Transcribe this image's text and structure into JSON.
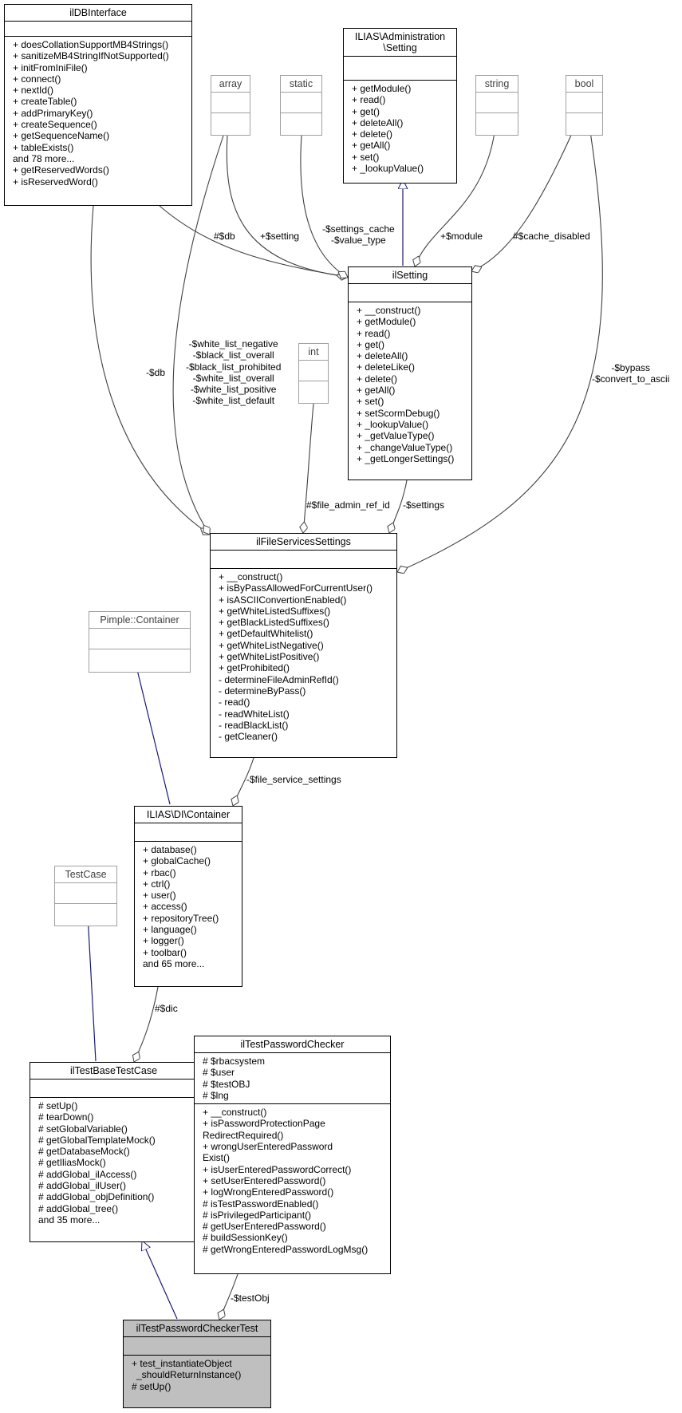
{
  "classes": {
    "ildbinterface": {
      "name": "ilDBInterface",
      "attributes": [],
      "methods": [
        "+ doesCollationSupportMB4Strings()",
        "+ sanitizeMB4StringIfNotSupported()",
        "+ initFromIniFile()",
        "+ connect()",
        "+ nextId()",
        "+ createTable()",
        "+ addPrimaryKey()",
        "+ createSequence()",
        "+ getSequenceName()",
        "+ tableExists()",
        "and 78 more...",
        "+ getReservedWords()",
        "+ isReservedWord()"
      ]
    },
    "setting_interface": {
      "name": [
        "ILIAS\\Administration",
        "\\Setting"
      ],
      "attributes": [],
      "methods": [
        "+ getModule()",
        "+ read()",
        "+ get()",
        "+ deleteAll()",
        "+ delete()",
        "+ getAll()",
        "+ set()",
        "+ _lookupValue()"
      ]
    },
    "array": {
      "name": "array"
    },
    "static": {
      "name": "static"
    },
    "string": {
      "name": "string"
    },
    "bool": {
      "name": "bool"
    },
    "int": {
      "name": "int"
    },
    "ilsetting": {
      "name": "ilSetting",
      "attributes": [],
      "methods": [
        "+ __construct()",
        "+ getModule()",
        "+ read()",
        "+ get()",
        "+ deleteAll()",
        "+ deleteLike()",
        "+ delete()",
        "+ getAll()",
        "+ set()",
        "+ setScormDebug()",
        "+ _lookupValue()",
        "+ _getValueType()",
        "+ _changeValueType()",
        "+ _getLongerSettings()"
      ]
    },
    "ilfileservicessettings": {
      "name": "ilFileServicesSettings",
      "attributes": [],
      "methods": [
        "+ __construct()",
        "+ isByPassAllowedForCurrentUser()",
        "+ isASCIIConvertionEnabled()",
        "+ getWhiteListedSuffixes()",
        "+ getBlackListedSuffixes()",
        "+ getDefaultWhitelist()",
        "+ getWhiteListNegative()",
        "+ getWhiteListPositive()",
        "+ getProhibited()",
        "- determineFileAdminRefId()",
        "- determineByPass()",
        "- read()",
        "- readWhiteList()",
        "- readBlackList()",
        "- getCleaner()"
      ]
    },
    "pimple": {
      "name": "Pimple::Container"
    },
    "di_container": {
      "name": "ILIAS\\DI\\Container",
      "attributes": [],
      "methods": [
        "+ database()",
        "+ globalCache()",
        "+ rbac()",
        "+ ctrl()",
        "+ user()",
        "+ access()",
        "+ repositoryTree()",
        "+ language()",
        "+ logger()",
        "+ toolbar()",
        "and 65 more..."
      ]
    },
    "testcase": {
      "name": "TestCase"
    },
    "iltestbasetestcase": {
      "name": "ilTestBaseTestCase",
      "attributes": [],
      "methods": [
        "# setUp()",
        "# tearDown()",
        "# setGlobalVariable()",
        "# getGlobalTemplateMock()",
        "# getDatabaseMock()",
        "# getIliasMock()",
        "# addGlobal_ilAccess()",
        "# addGlobal_ilUser()",
        "# addGlobal_objDefinition()",
        "# addGlobal_tree()",
        "and 35 more..."
      ]
    },
    "iltestpasswordchecker": {
      "name": "ilTestPasswordChecker",
      "attributes": [
        "# $rbacsystem",
        "# $user",
        "# $testOBJ",
        "# $lng"
      ],
      "methods": [
        "+ __construct()",
        "+ isPasswordProtectionPage",
        "RedirectRequired()",
        "+ wrongUserEnteredPassword",
        "Exist()",
        "+ isUserEnteredPasswordCorrect()",
        "+ setUserEnteredPassword()",
        "+ logWrongEnteredPassword()",
        "# isTestPasswordEnabled()",
        "# isPrivilegedParticipant()",
        "# getUserEnteredPassword()",
        "# buildSessionKey()",
        "# getWrongEnteredPasswordLogMsg()"
      ]
    },
    "iltestpasswordcheckertest": {
      "name": "ilTestPasswordCheckerTest",
      "attributes": [],
      "methods": [
        "+ test_instantiateObject",
        "_shouldReturnInstance()",
        "# setUp()"
      ]
    }
  },
  "edge_labels": {
    "db_setting": "#$db",
    "setting_setting": "+$setting",
    "cache_value": [
      "-$settings_cache",
      "-$value_type"
    ],
    "module": "+$module",
    "cache_disabled": "#$cache_disabled",
    "db_fs": "-$db",
    "white_lists": [
      "-$white_list_negative",
      "-$black_list_overall",
      "-$black_list_prohibited",
      "-$white_list_overall",
      "-$white_list_positive",
      "-$white_list_default"
    ],
    "bypass": [
      "-$bypass",
      "-$convert_to_ascii"
    ],
    "file_admin_ref_id": "#$file_admin_ref_id",
    "settings": "-$settings",
    "file_service_settings": "-$file_service_settings",
    "dic": "#$dic",
    "test_obj": "-$testObj"
  },
  "colors": {
    "inheritance_edge": "#191970",
    "usage_edge": "#404040",
    "current_class_fill": "#bfbfbf",
    "external_class_border": "#a0a0a0"
  }
}
